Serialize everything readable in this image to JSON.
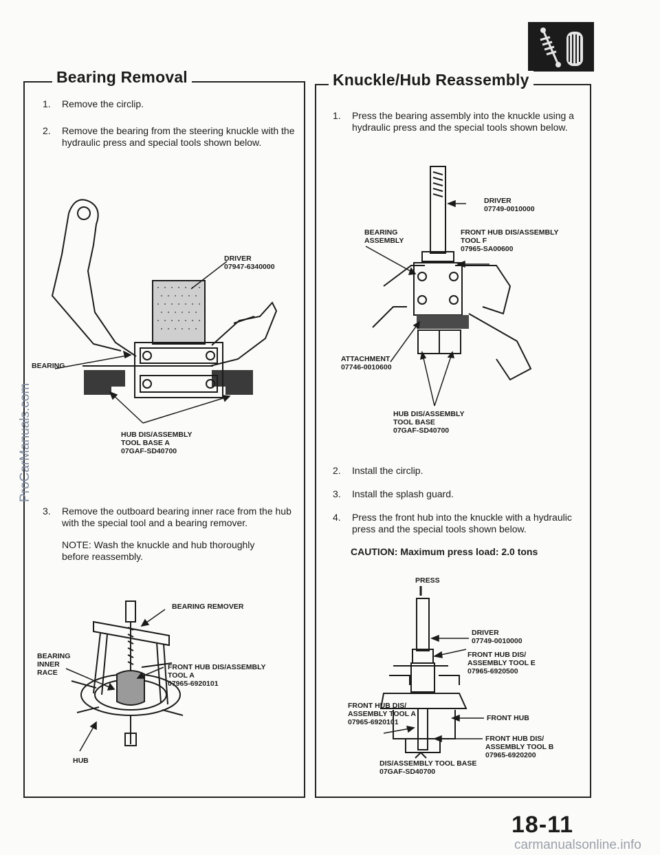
{
  "left": {
    "title": "Bearing Removal",
    "steps": [
      {
        "num": "1.",
        "text": "Remove the circlip."
      },
      {
        "num": "2.",
        "text": "Remove the bearing from the steering knuckle with the hydraulic press and special tools shown below."
      },
      {
        "num": "3.",
        "text": "Remove the outboard bearing inner race from the hub with the special tool and a bearing remover."
      }
    ],
    "note": "NOTE: Wash the knuckle and hub thoroughly before reassembly.",
    "fig1": {
      "driver_label": "DRIVER",
      "driver_part": "07947-6340000",
      "bearing_label": "BEARING",
      "base_label_1": "HUB DIS/ASSEMBLY",
      "base_label_2": "TOOL BASE A",
      "base_part": "07GAF-SD40700"
    },
    "fig2": {
      "remover_label": "BEARING REMOVER",
      "race_label_1": "BEARING",
      "race_label_2": "INNER",
      "race_label_3": "RACE",
      "tool_label_1": "FRONT HUB DIS/ASSEMBLY",
      "tool_label_2": "TOOL A",
      "tool_part": "07965-6920101",
      "hub_label": "HUB"
    }
  },
  "right": {
    "title": "Knuckle/Hub Reassembly",
    "steps": [
      {
        "num": "1.",
        "text": "Press the bearing assembly into the knuckle using a hydraulic press and the special tools shown below."
      },
      {
        "num": "2.",
        "text": "Install the circlip."
      },
      {
        "num": "3.",
        "text": "Install the splash guard."
      },
      {
        "num": "4.",
        "text": "Press the front hub into the knuckle with a hydraulic press and the special tools shown below."
      }
    ],
    "caution": "CAUTION:  Maximum press load: 2.0 tons",
    "fig1": {
      "driver_label": "DRIVER",
      "driver_part": "07749-0010000",
      "bearing_label_1": "BEARING",
      "bearing_label_2": "ASSEMBLY",
      "toolf_label_1": "FRONT HUB DIS/ASSEMBLY",
      "toolf_label_2": "TOOL F",
      "toolf_part": "07965-SA00600",
      "attach_label": "ATTACHMENT",
      "attach_part": "07746-0010600",
      "base_label_1": "HUB DIS/ASSEMBLY",
      "base_label_2": "TOOL BASE",
      "base_part": "07GAF-SD40700"
    },
    "fig2": {
      "press_label": "PRESS",
      "driver_label": "DRIVER",
      "driver_part": "07749-0010000",
      "toole_label_1": "FRONT HUB DIS/",
      "toole_label_2": "ASSEMBLY TOOL E",
      "toole_part": "07965-6920500",
      "toola_label_1": "FRONT HUB DIS/",
      "toola_label_2": "ASSEMBLY TOOL A",
      "toola_part": "07965-6920101",
      "hub_label": "FRONT HUB",
      "toolb_label_1": "FRONT HUB DIS/",
      "toolb_label_2": "ASSEMBLY TOOL B",
      "toolb_part": "07965-6920200",
      "base_label_1": "DIS/ASSEMBLY TOOL BASE",
      "base_part": "07GAF-SD40700"
    }
  },
  "page_number": "18-11",
  "watermark_side": "ProCarManuals.com",
  "watermark_bottom": "carmanualsonline.info",
  "section_icon": "suspension-shock-tire-icon"
}
